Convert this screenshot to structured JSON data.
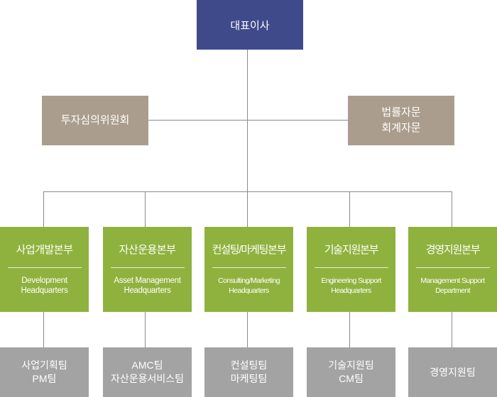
{
  "ceo": "대표이사",
  "committees": {
    "left": "투자심의위원회",
    "right_line1": "법률자문",
    "right_line2": "회계자문"
  },
  "headquarters": [
    {
      "ko": "사업개발본부",
      "en1": "Development",
      "en2": "Headquarters"
    },
    {
      "ko": "자산운용본부",
      "en1": "Asset Management",
      "en2": "Headquarters"
    },
    {
      "ko": "컨설팅/마케팅본부",
      "en1": "Consulting/Marketing",
      "en2": "Headquarters"
    },
    {
      "ko": "기술지원본부",
      "en1": "Engineering Support",
      "en2": "Headquarters"
    },
    {
      "ko": "경영지원본부",
      "en1": "Management Support",
      "en2": "Department"
    }
  ],
  "teams": [
    {
      "line1": "사업기획팀",
      "line2": "PM팀"
    },
    {
      "line1": "AMC팀",
      "line2": "자산운용서비스팀"
    },
    {
      "line1": "컨설팅팀",
      "line2": "마케팅팀"
    },
    {
      "line1": "기술지원팀",
      "line2": "CM팀"
    },
    {
      "line1": "경영지원팀",
      "line2": ""
    }
  ],
  "colors": {
    "ceo": "#3f4a8a",
    "advisory": "#ab9d8d",
    "headquarters": "#8fb23e",
    "teams": "#a3a3a3",
    "connector": "#8a8a8a"
  }
}
